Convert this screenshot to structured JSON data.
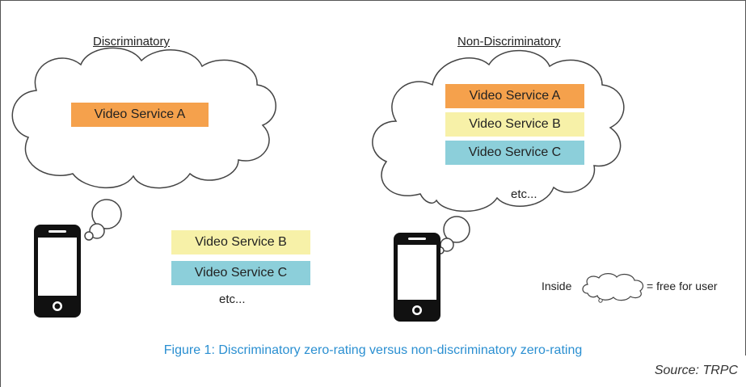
{
  "panels": {
    "left": {
      "title": "Discriminatory",
      "inside_services": [
        {
          "label": "Video Service A",
          "color": "#f5a14c"
        }
      ],
      "outside_services": [
        {
          "label": "Video Service B",
          "color": "#f7f1a8"
        },
        {
          "label": "Video Service C",
          "color": "#8ccfda"
        }
      ],
      "etc": "etc..."
    },
    "right": {
      "title": "Non-Discriminatory",
      "inside_services": [
        {
          "label": "Video Service A",
          "color": "#f5a14c"
        },
        {
          "label": "Video Service B",
          "color": "#f7f1a8"
        },
        {
          "label": "Video Service C",
          "color": "#8ccfda"
        }
      ],
      "etc": "etc..."
    }
  },
  "legend": {
    "prefix": "Inside",
    "suffix": "= free for user"
  },
  "caption": "Figure 1: Discriminatory zero-rating versus non-discriminatory zero-rating",
  "source": "Source: TRPC"
}
